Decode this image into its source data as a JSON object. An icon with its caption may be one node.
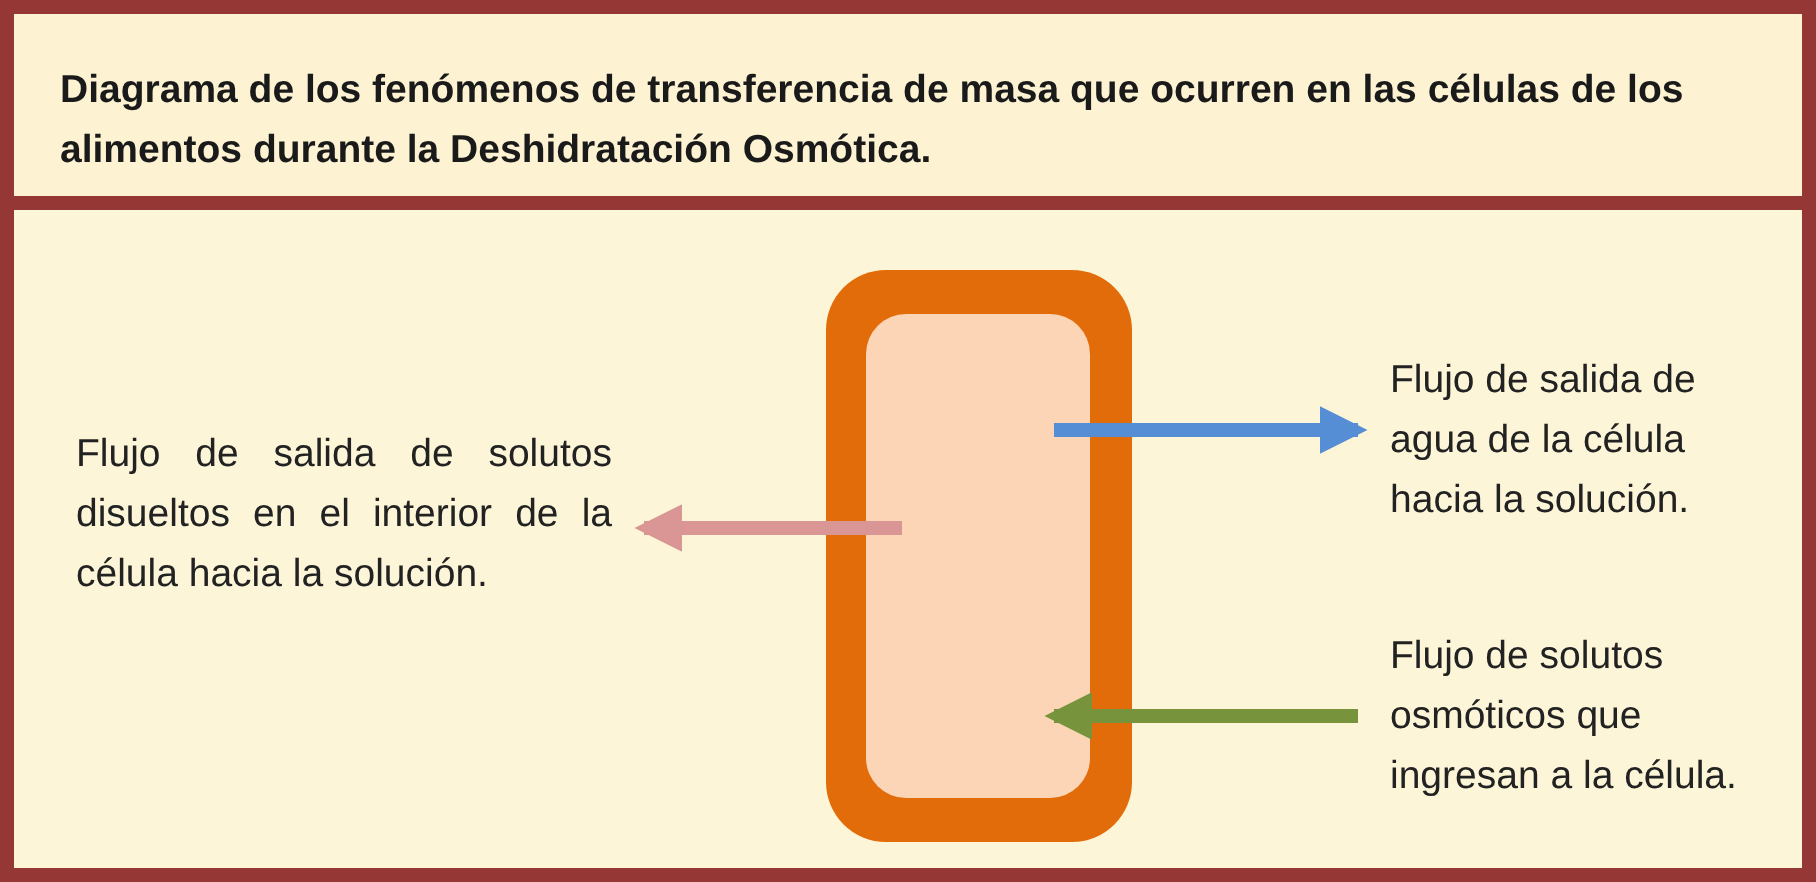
{
  "diagram": {
    "title": "Diagrama de los fenómenos de transferencia de masa que ocurren en las células de los alimentos durante la Deshidratación Osmótica.",
    "nodes": [
      {
        "text": [],
        "shape": "box"
      },
      {
        "text": [],
        "shape": "box",
        "in": 0
      },
      {
        "text": [
          "Flujo de salida de solutos disueltos en el interior de la célula hacia la solución."
        ]
      },
      {
        "text": [
          "Flujo de salida de agua de la célula hacia la solución."
        ]
      },
      {
        "text": [
          "Flujo de solutos osmóticos que ingresan a la célula."
        ]
      }
    ],
    "edges": [
      {
        "from": 1,
        "to": 2,
        "arrow": "to",
        "color": "#d99694"
      },
      {
        "from": 1,
        "to": 3,
        "arrow": "to",
        "color": "#558ed5"
      },
      {
        "from": 4,
        "to": 1,
        "arrow": "to",
        "color": "#77933c"
      }
    ]
  }
}
